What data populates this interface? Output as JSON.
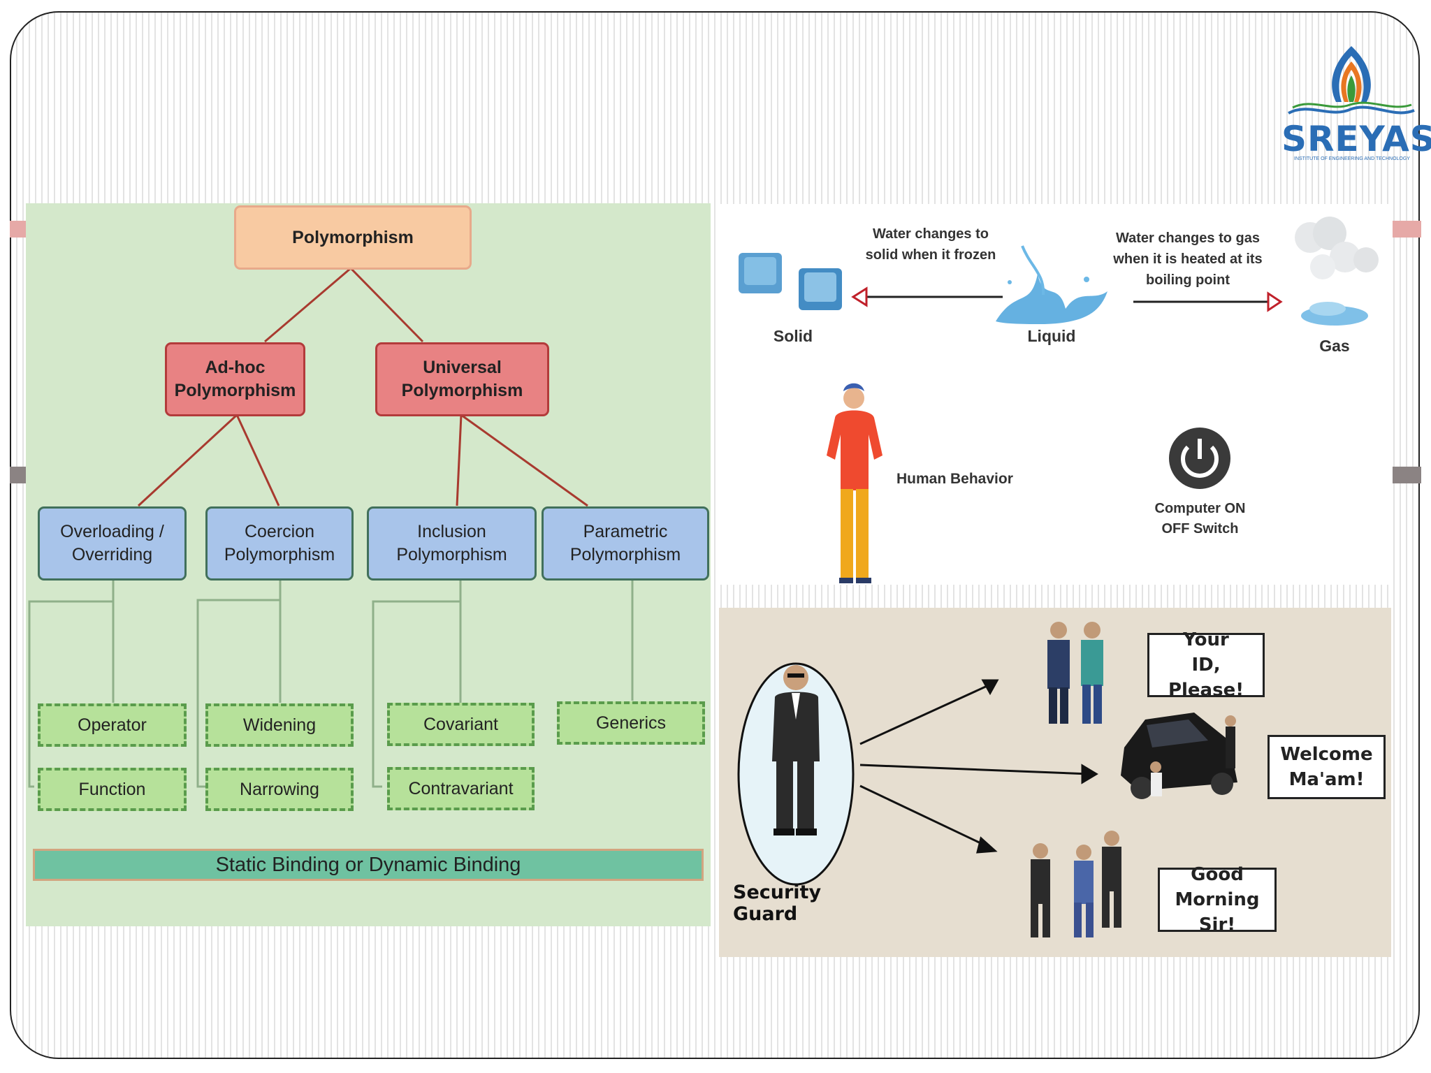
{
  "logo": {
    "name": "SREYAS",
    "tagline": "INSTITUTE OF ENGINEERING AND TECHNOLOGY"
  },
  "hierarchy": {
    "root": "Polymorphism",
    "level1": [
      {
        "label": "Ad-hoc Polymorphism"
      },
      {
        "label": "Universal Polymorphism"
      }
    ],
    "level2": [
      {
        "label": "Overloading / Overriding"
      },
      {
        "label": "Coercion Polymorphism"
      },
      {
        "label": "Inclusion Polymorphism"
      },
      {
        "label": "Parametric Polymorphism"
      }
    ],
    "leaves": [
      {
        "label": "Operator"
      },
      {
        "label": "Function"
      },
      {
        "label": "Widening"
      },
      {
        "label": "Narrowing"
      },
      {
        "label": "Covariant"
      },
      {
        "label": "Contravariant"
      },
      {
        "label": "Generics"
      }
    ],
    "footer": "Static Binding or Dynamic Binding"
  },
  "water": {
    "freeze_caption": "Water changes to solid when it frozen",
    "boil_caption": "Water changes to gas when it is heated at its boiling point",
    "solid": "Solid",
    "liquid": "Liquid",
    "gas": "Gas"
  },
  "behavior": {
    "human": "Human Behavior",
    "switch": "Computer ON OFF Switch"
  },
  "security": {
    "guard": "Security Guard",
    "bubble1": "Your ID, Please!",
    "bubble2": "Welcome Ma'am!",
    "bubble3": "Good Morning Sir!"
  },
  "colors": {
    "logo_blue": "#2a6db5",
    "root_fill": "#f8caa2",
    "level1_fill": "#e88283",
    "level2_fill": "#a8c4ea",
    "leaf_fill": "#b6e19a",
    "footer_fill": "#6fc2a1",
    "panel_bg": "#d4e8cb",
    "connector": "#a83a2f"
  }
}
